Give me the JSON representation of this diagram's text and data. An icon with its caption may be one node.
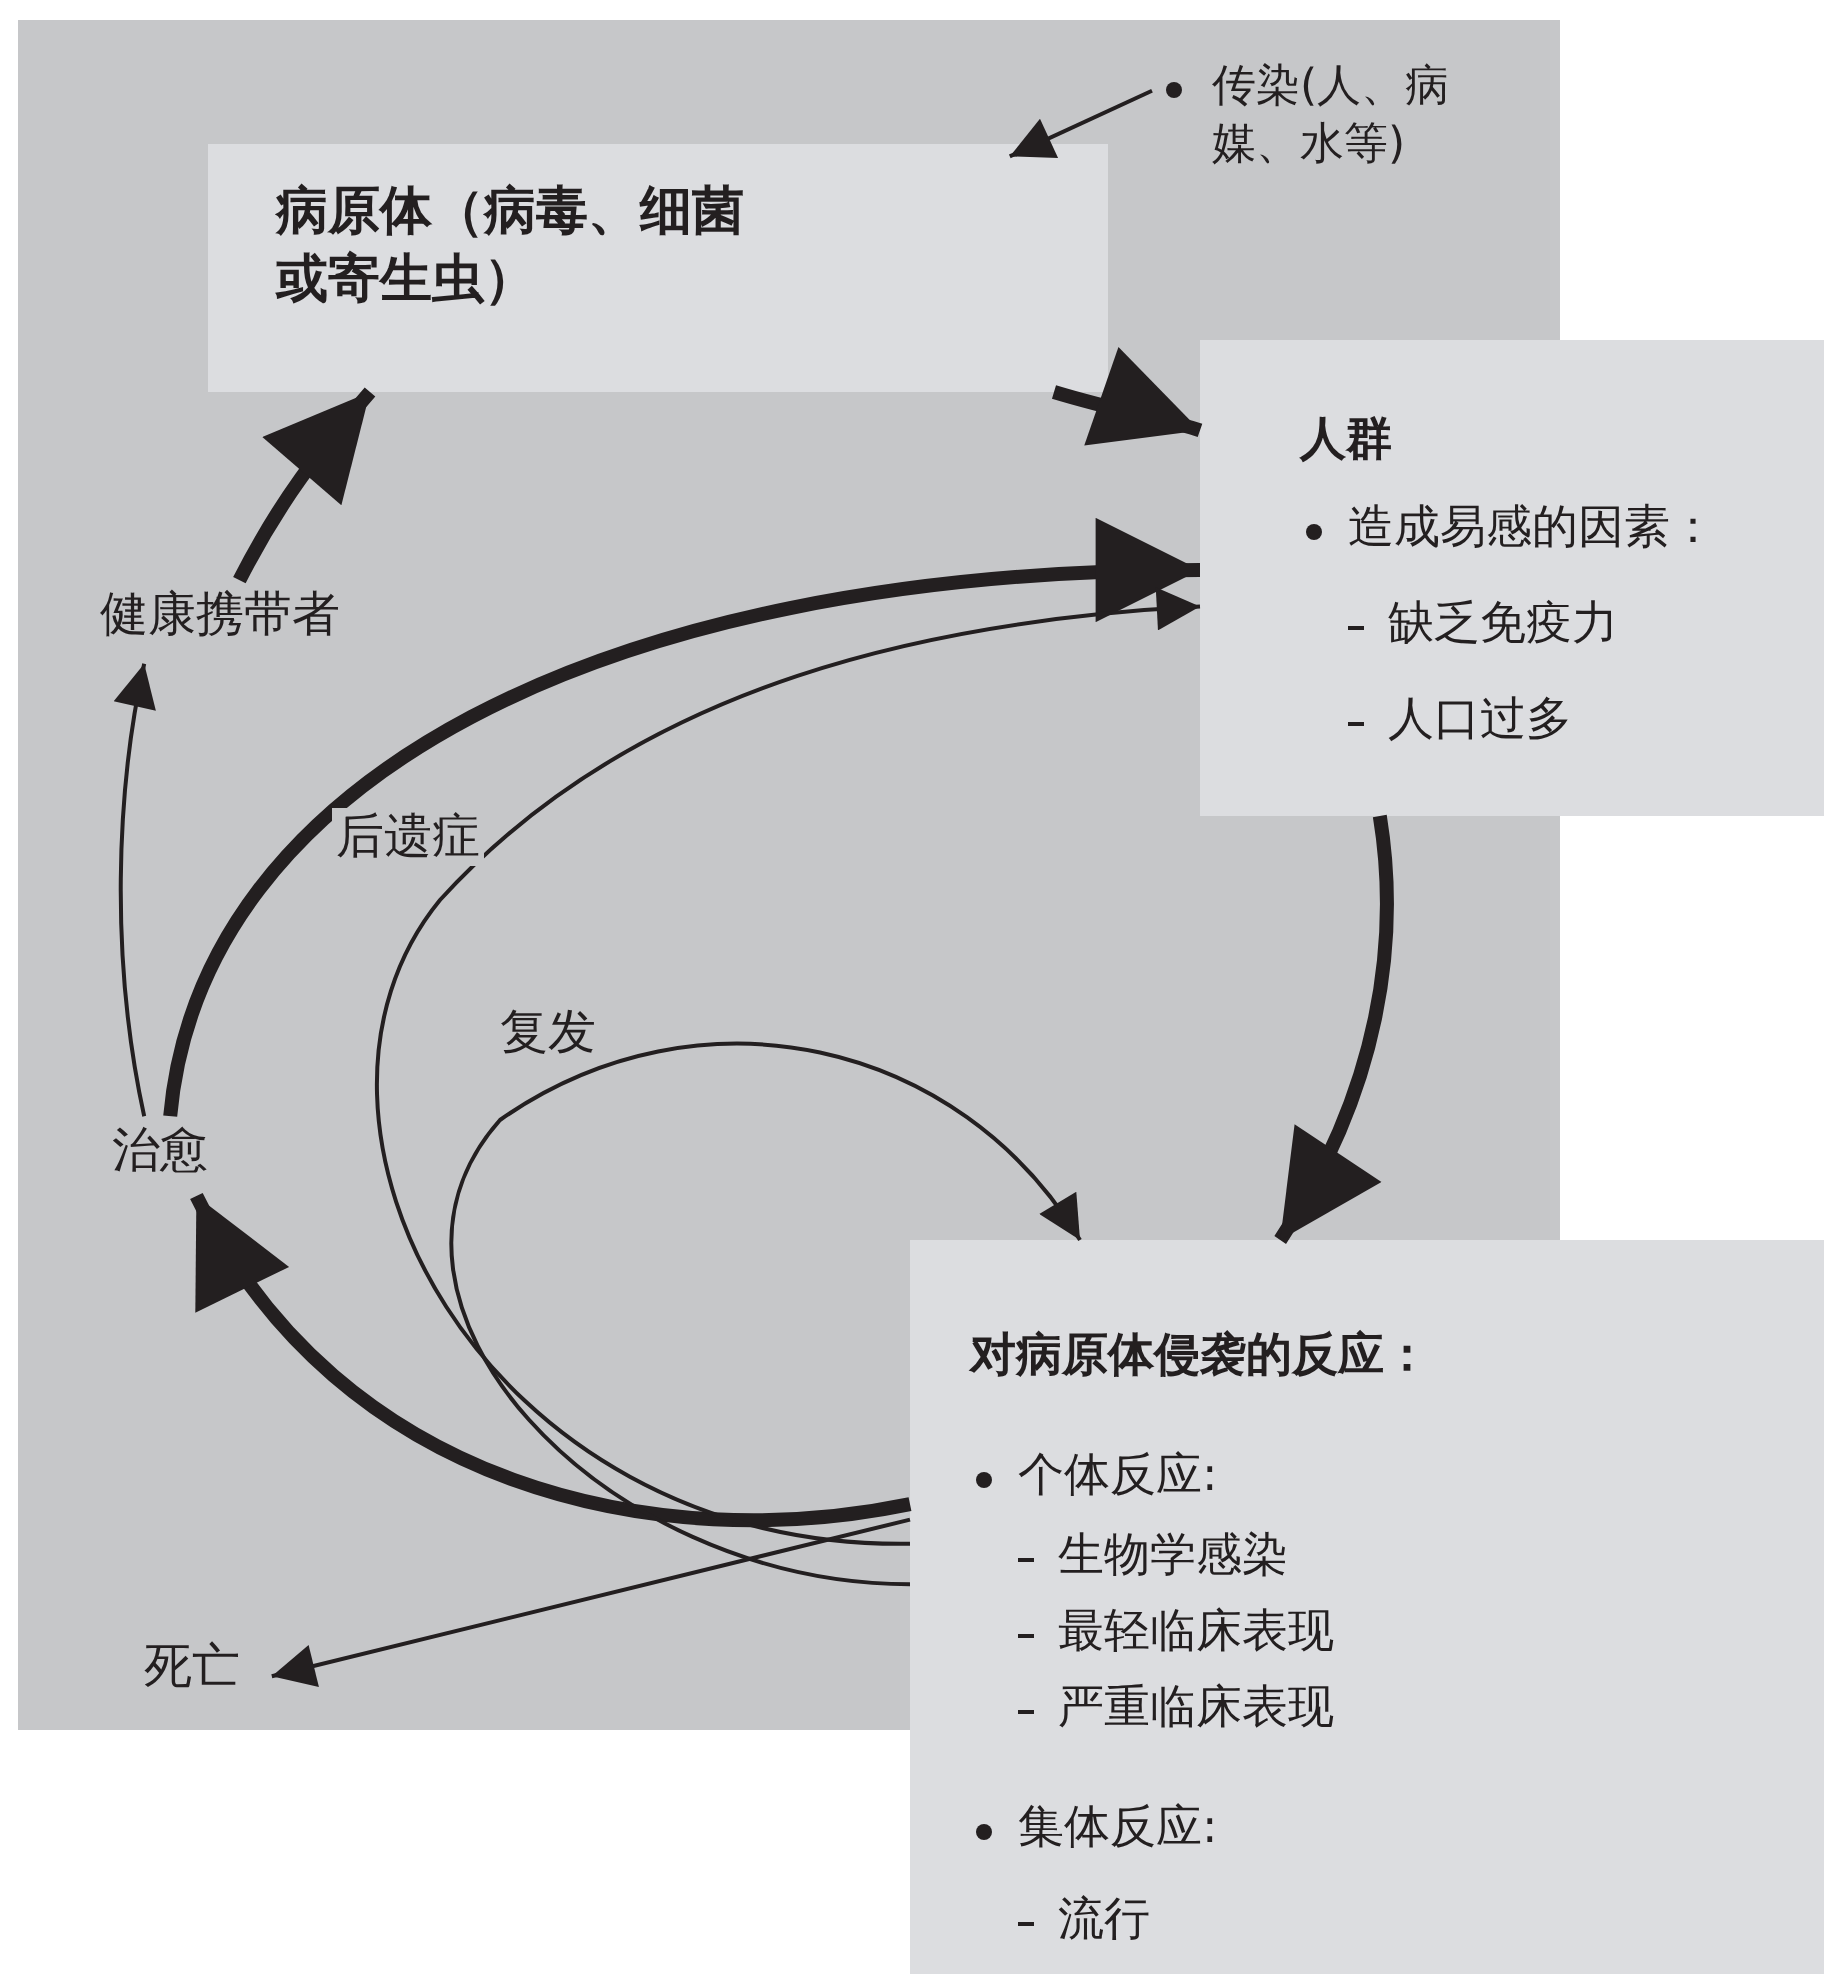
{
  "diagram": {
    "nodes": [
      {
        "text": [
          "病原体（病毒、细菌或寄生虫）"
        ]
      },
      {
        "text": [
          "传染(人、病媒、水等)"
        ]
      },
      {
        "text": [
          "人群",
          "造成易感的因素：",
          "缺乏免疫力",
          "人口过多"
        ]
      },
      {
        "text": [
          "对病原体侵袭的反应：",
          "个体反应:",
          "生物学感染",
          "最轻临床表现",
          "严重临床表现",
          "集体反应:",
          "流行"
        ]
      },
      {
        "text": [
          "健康携带者"
        ]
      },
      {
        "text": [
          "治愈"
        ]
      },
      {
        "text": [
          "死亡"
        ]
      }
    ],
    "edges": [
      {
        "from": 1,
        "to": 0,
        "arrow": "to"
      },
      {
        "from": 0,
        "to": 2,
        "arrow": "to",
        "style": "thick"
      },
      {
        "from": 2,
        "to": 3,
        "arrow": "to",
        "style": "thick"
      },
      {
        "from": 3,
        "to": 5,
        "arrow": "to",
        "style": "thick"
      },
      {
        "from": 5,
        "to": 2,
        "arrow": "to",
        "style": "thick"
      },
      {
        "from": 5,
        "to": 4,
        "arrow": "to"
      },
      {
        "from": 4,
        "to": 0,
        "arrow": "to",
        "style": "thick"
      },
      {
        "from": 3,
        "to": 2,
        "arrow": "to",
        "label": "后遗症"
      },
      {
        "from": 3,
        "to": 3,
        "arrow": "to",
        "label": "复发"
      },
      {
        "from": 3,
        "to": 6,
        "arrow": "to"
      }
    ]
  }
}
